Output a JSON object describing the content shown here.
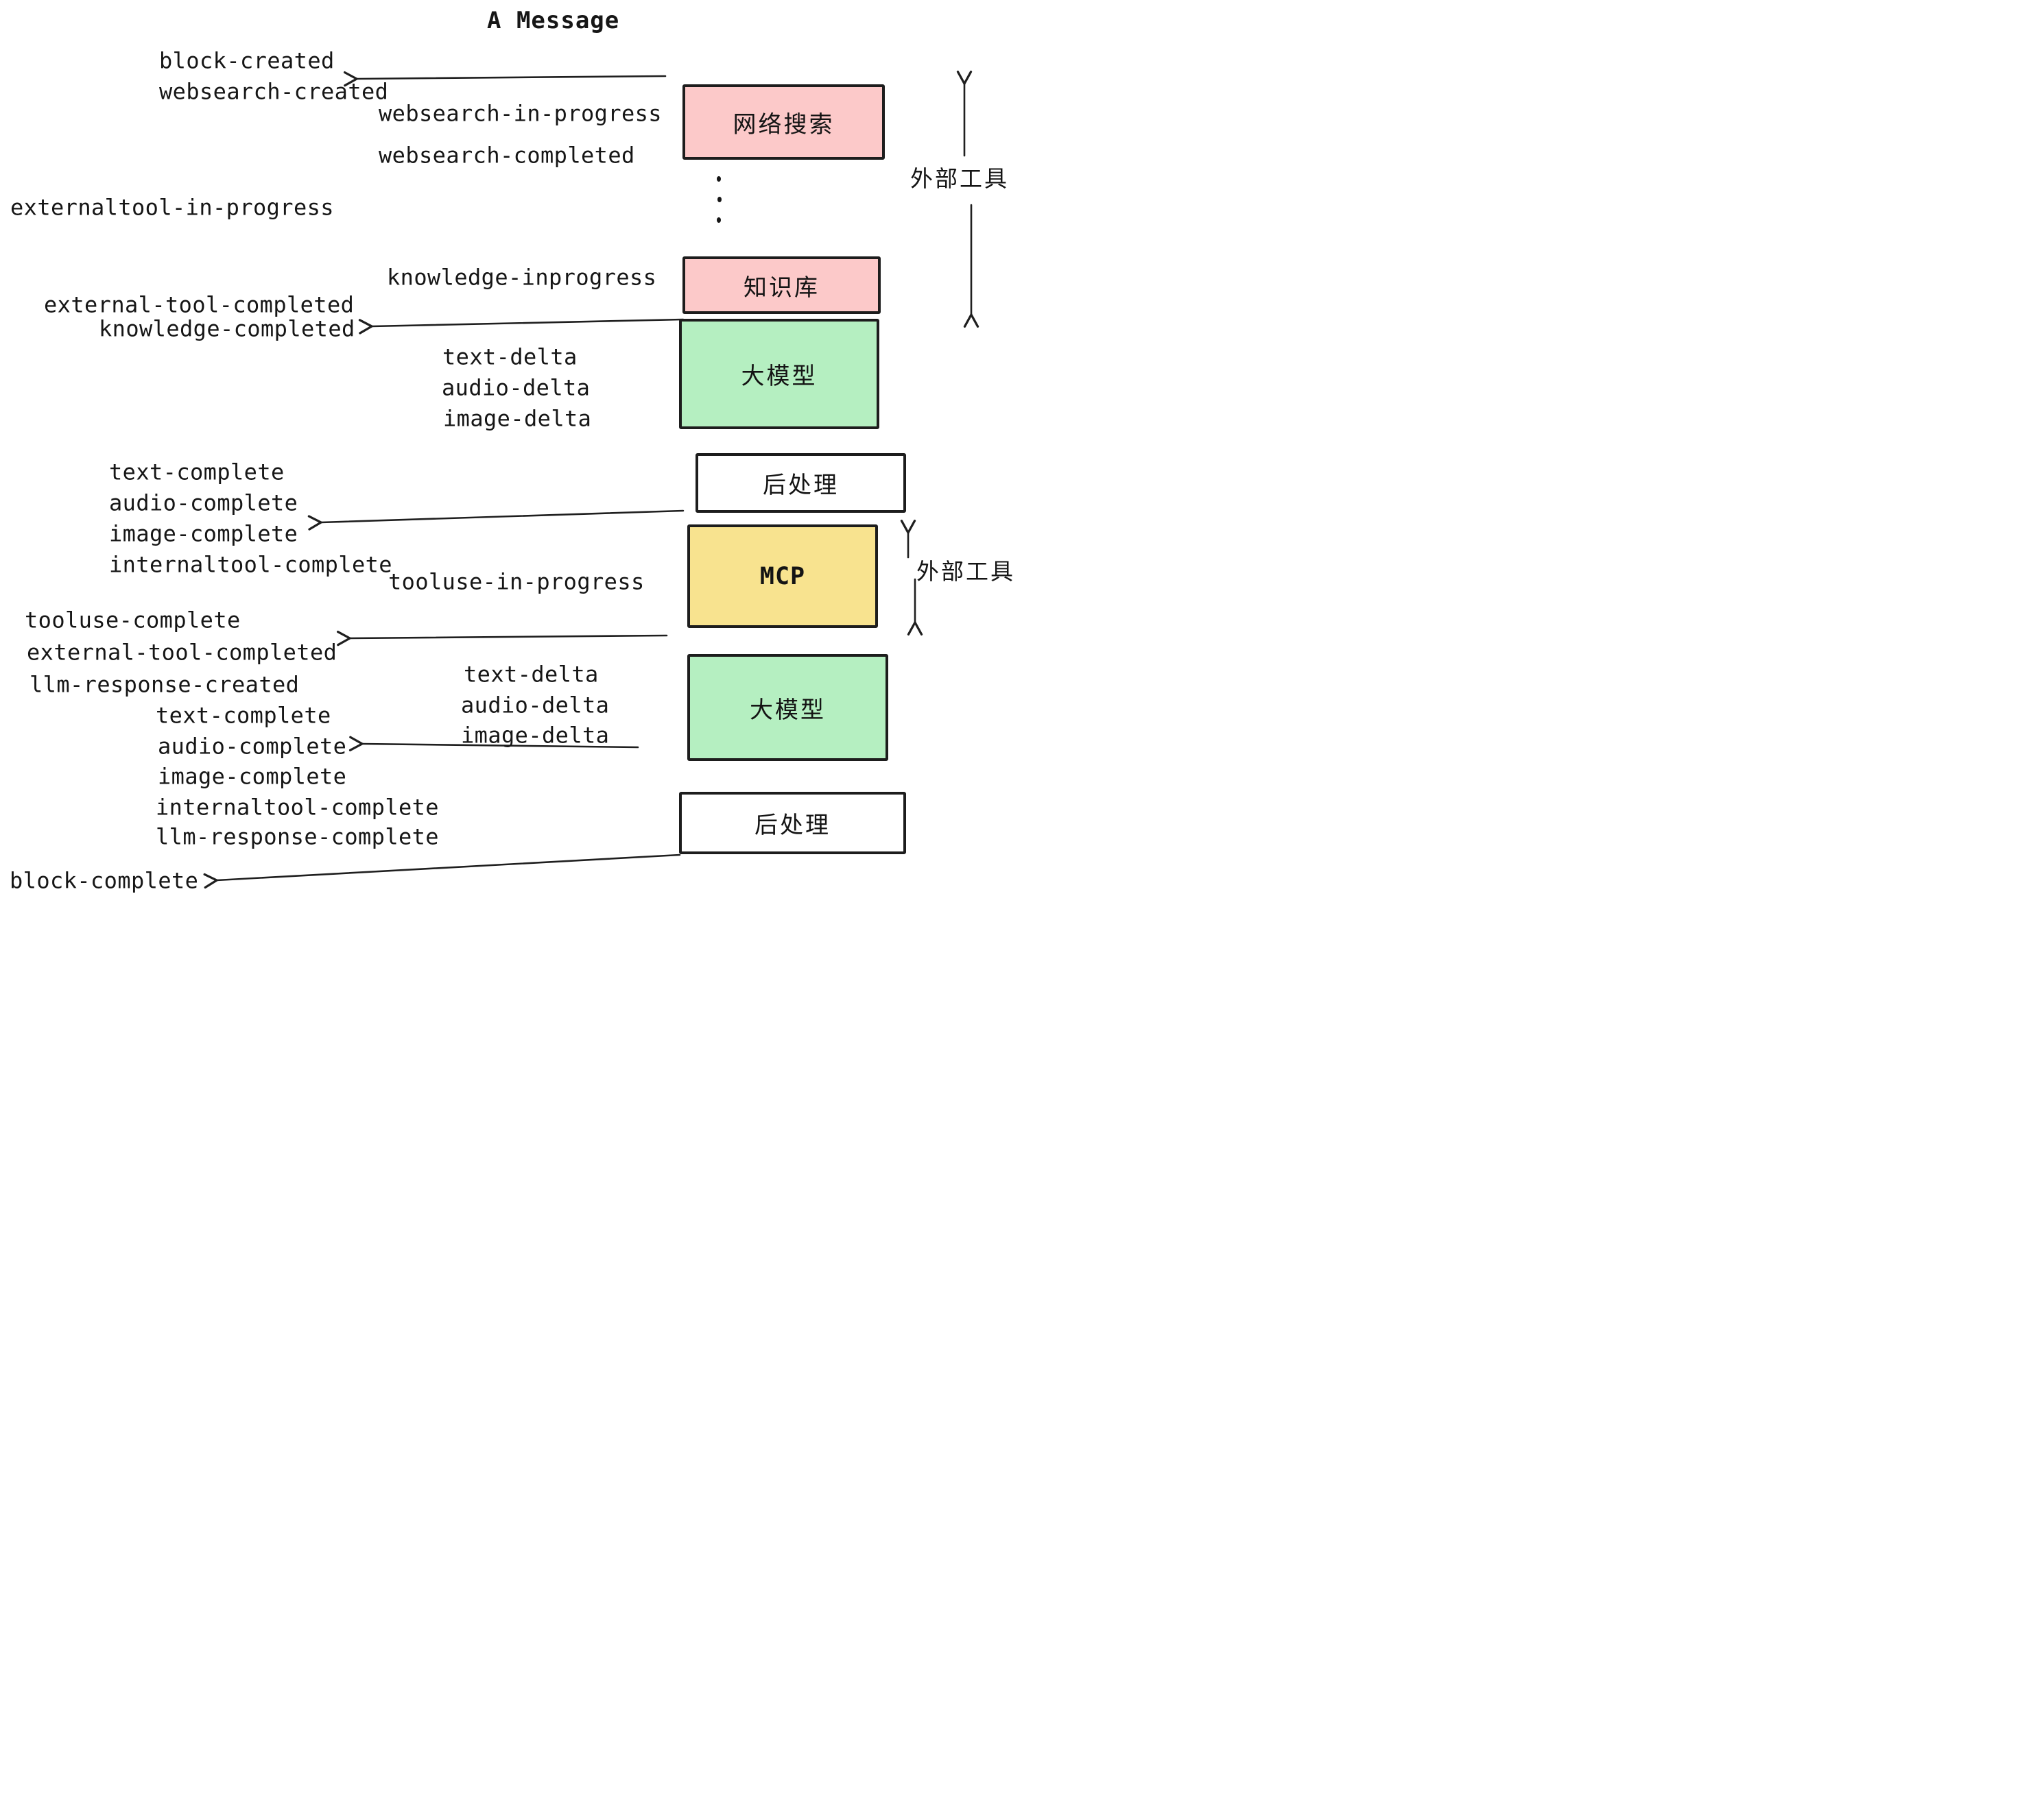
{
  "title": "A Message",
  "colors": {
    "pink": "#fcc9c9",
    "green": "#b5efc1",
    "yellow": "#f8e38f",
    "white": "#ffffff",
    "ink": "#1f1f1f"
  },
  "boxes": [
    {
      "label": "网络搜索",
      "color_key": "pink"
    },
    {
      "label": "知识库",
      "color_key": "pink"
    },
    {
      "label": "大模型",
      "color_key": "green"
    },
    {
      "label": "后处理",
      "color_key": "white"
    },
    {
      "label": "MCP",
      "color_key": "yellow"
    },
    {
      "label": "大模型",
      "color_key": "green"
    },
    {
      "label": "后处理",
      "color_key": "white"
    }
  ],
  "side_labels": [
    {
      "text": "外部工具"
    },
    {
      "text": "外部工具"
    }
  ],
  "events": [
    {
      "text": "block-created"
    },
    {
      "text": "websearch-created"
    },
    {
      "text": "websearch-in-progress"
    },
    {
      "text": "websearch-completed"
    },
    {
      "text": "externaltool-in-progress"
    },
    {
      "text": "knowledge-inprogress"
    },
    {
      "text": "external-tool-completed"
    },
    {
      "text": "knowledge-completed"
    },
    {
      "text": "text-delta"
    },
    {
      "text": "audio-delta"
    },
    {
      "text": "image-delta"
    },
    {
      "text": "text-complete"
    },
    {
      "text": "audio-complete"
    },
    {
      "text": "image-complete"
    },
    {
      "text": "internaltool-complete"
    },
    {
      "text": "tooluse-in-progress"
    },
    {
      "text": "tooluse-complete"
    },
    {
      "text": "external-tool-completed"
    },
    {
      "text": "llm-response-created"
    },
    {
      "text": "text-complete"
    },
    {
      "text": "audio-complete"
    },
    {
      "text": "image-complete"
    },
    {
      "text": "internaltool-complete"
    },
    {
      "text": "llm-response-complete"
    },
    {
      "text": "block-complete"
    }
  ]
}
